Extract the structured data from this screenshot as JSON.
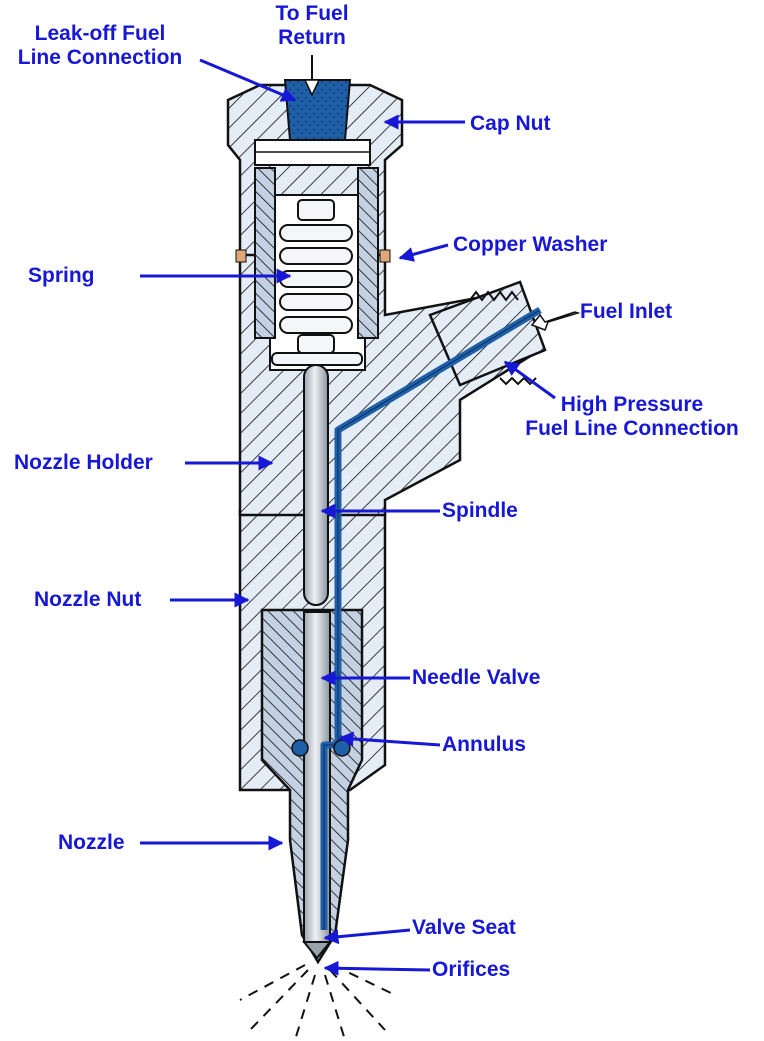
{
  "colors": {
    "label": "#1717d6",
    "fuel": "#1f5fa8",
    "metal": "#e4ecf6",
    "metal_dark": "#c3d1e2",
    "outline": "#111111",
    "copper": "#e0a878"
  },
  "labels": {
    "to_fuel_return": [
      "To Fuel",
      "Return"
    ],
    "leakoff": [
      "Leak-off Fuel",
      "Line Connection"
    ],
    "cap_nut": "Cap Nut",
    "copper_washer": "Copper Washer",
    "spring": "Spring",
    "fuel_inlet": "Fuel Inlet",
    "high_pressure": [
      "High Pressure",
      "Fuel Line Connection"
    ],
    "nozzle_holder": "Nozzle Holder",
    "spindle": "Spindle",
    "nozzle_nut": "Nozzle Nut",
    "needle_valve": "Needle Valve",
    "annulus": "Annulus",
    "nozzle": "Nozzle",
    "valve_seat": "Valve Seat",
    "orifices": "Orifices"
  }
}
